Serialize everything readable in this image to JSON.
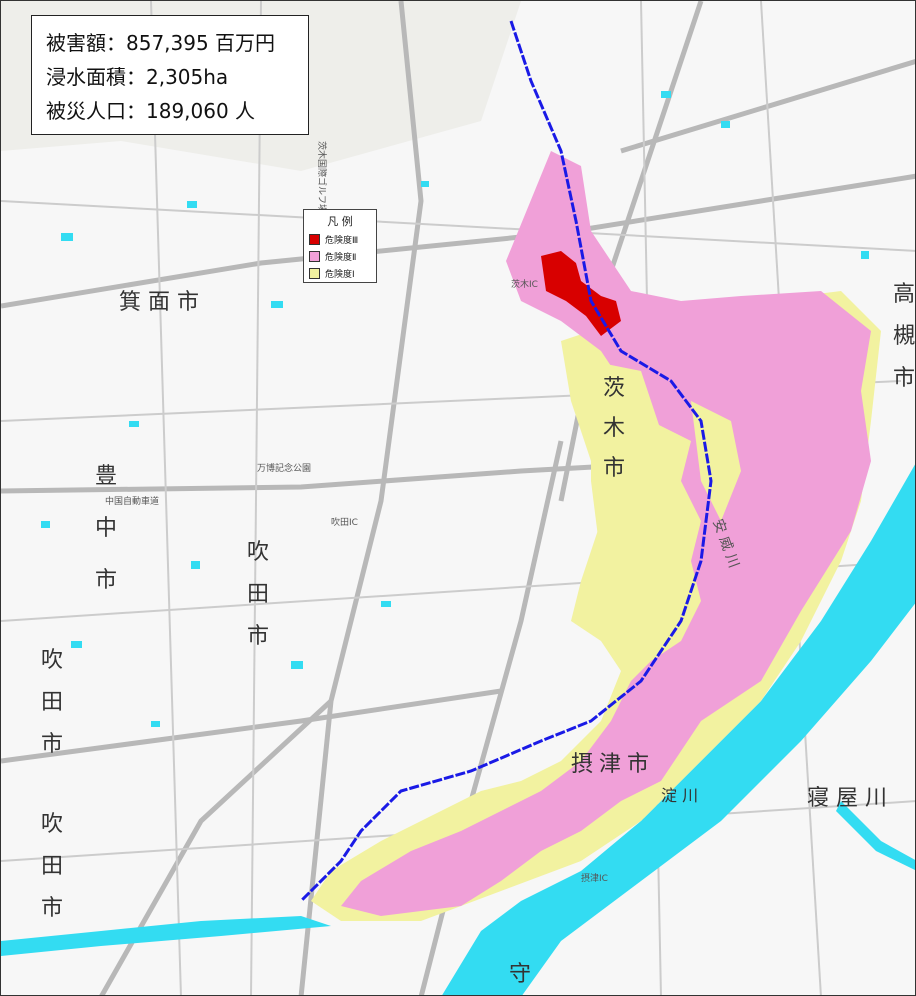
{
  "summary": {
    "damage": "被害額：857,395 百万円",
    "area": "浸水面積：2,305ha",
    "population": "被災人口：189,060 人"
  },
  "legend": {
    "title": "凡 例",
    "items": [
      {
        "label": "危険度Ⅲ",
        "color": "#d80000"
      },
      {
        "label": "危険度Ⅱ",
        "color": "#f0a0d8"
      },
      {
        "label": "危険度Ⅰ",
        "color": "#f2f2a0"
      }
    ]
  },
  "colors": {
    "river": "#33dcf2",
    "embankment": "#1a1ae6",
    "road": "#b8b8b8",
    "background": "#f7f7f7"
  },
  "cities": {
    "minoh": "箕 面 市",
    "ibaraki": [
      "茨",
      "木",
      "市"
    ],
    "toyonaka": [
      "豊",
      "中",
      "市"
    ],
    "suita": [
      "吹",
      "田",
      "市"
    ],
    "suita_west": [
      "吹",
      "田",
      "市"
    ],
    "settsu": [
      "摂",
      "津",
      "市"
    ],
    "takatsuki": [
      "高",
      "槻",
      "市"
    ],
    "neyagawa": "寝 屋 川",
    "moriguchi": "守"
  },
  "places": {
    "expo_park": "万博記念公園",
    "chugoku_expressway": "中国自動車道",
    "golf": "茨木国際ゴルフ場",
    "ibaraki_ic": "茨木IC",
    "suita_ic": "吹田IC",
    "settsu_ic": "摂津IC",
    "yodogawa": "淀 川",
    "ankagawa": "安 威 川"
  }
}
